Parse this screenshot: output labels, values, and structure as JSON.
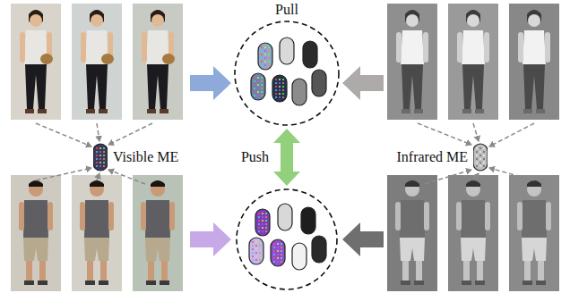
{
  "diagram": {
    "nodes": [
      {
        "text": [
          "Pull"
        ]
      },
      {
        "text": [
          "Visible ME"
        ]
      },
      {
        "text": [
          "Infrared ME"
        ]
      }
    ],
    "labels": [
      "Push"
    ]
  }
}
